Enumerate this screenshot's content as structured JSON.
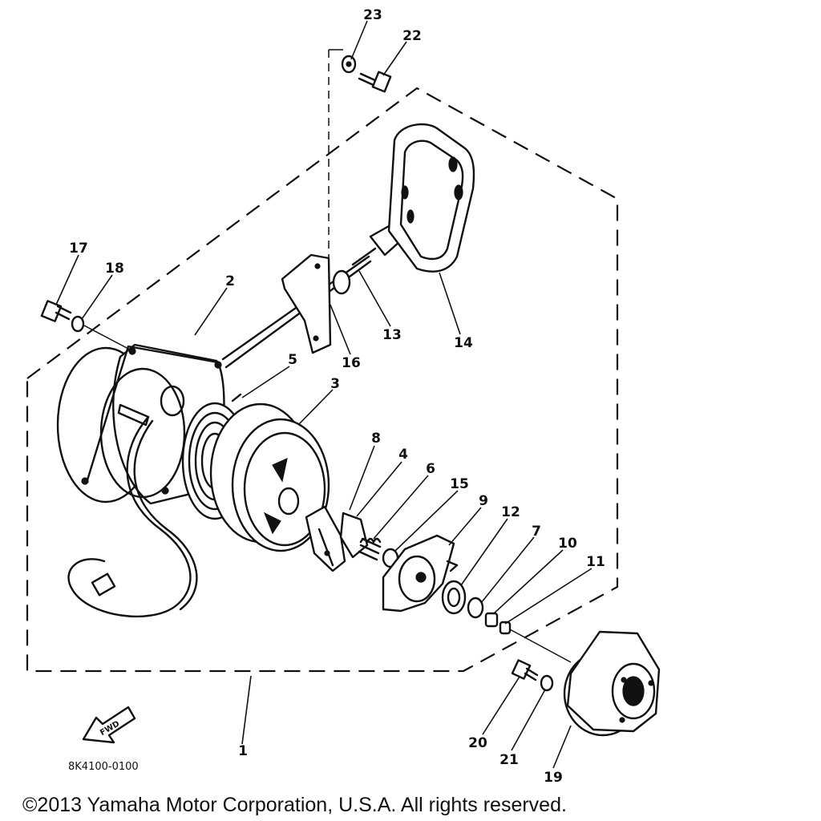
{
  "parts": [
    {
      "id": "p1",
      "label": "1",
      "name": "starter-assembly"
    },
    {
      "id": "p2",
      "label": "2",
      "name": "starter-case"
    },
    {
      "id": "p3",
      "label": "3",
      "name": "sheave-drum"
    },
    {
      "id": "p4",
      "label": "4",
      "name": "pawl"
    },
    {
      "id": "p5",
      "label": "5",
      "name": "spiral-spring"
    },
    {
      "id": "p6",
      "label": "6",
      "name": "pawl-spring"
    },
    {
      "id": "p7",
      "label": "7",
      "name": "washer"
    },
    {
      "id": "p8",
      "label": "8",
      "name": "pawl-clip"
    },
    {
      "id": "p9",
      "label": "9",
      "name": "drive-plate"
    },
    {
      "id": "p10",
      "label": "10",
      "name": "nut"
    },
    {
      "id": "p11",
      "label": "11",
      "name": "bolt"
    },
    {
      "id": "p12",
      "label": "12",
      "name": "ring"
    },
    {
      "id": "p13",
      "label": "13",
      "name": "starter-rope"
    },
    {
      "id": "p14",
      "label": "14",
      "name": "starter-handle"
    },
    {
      "id": "p15",
      "label": "15",
      "name": "collar"
    },
    {
      "id": "p16",
      "label": "16",
      "name": "rope-guide"
    },
    {
      "id": "p17",
      "label": "17",
      "name": "bolt"
    },
    {
      "id": "p18",
      "label": "18",
      "name": "washer"
    },
    {
      "id": "p19",
      "label": "19",
      "name": "starter-pulley"
    },
    {
      "id": "p20",
      "label": "20",
      "name": "bolt"
    },
    {
      "id": "p21",
      "label": "21",
      "name": "washer"
    },
    {
      "id": "p22",
      "label": "22",
      "name": "bolt"
    },
    {
      "id": "p23",
      "label": "23",
      "name": "washer"
    }
  ],
  "diagram_code": "8K4100-0100",
  "fwd_badge": "FWD",
  "copyright": "©2013 Yamaha Motor Corporation, U.S.A. All rights reserved."
}
